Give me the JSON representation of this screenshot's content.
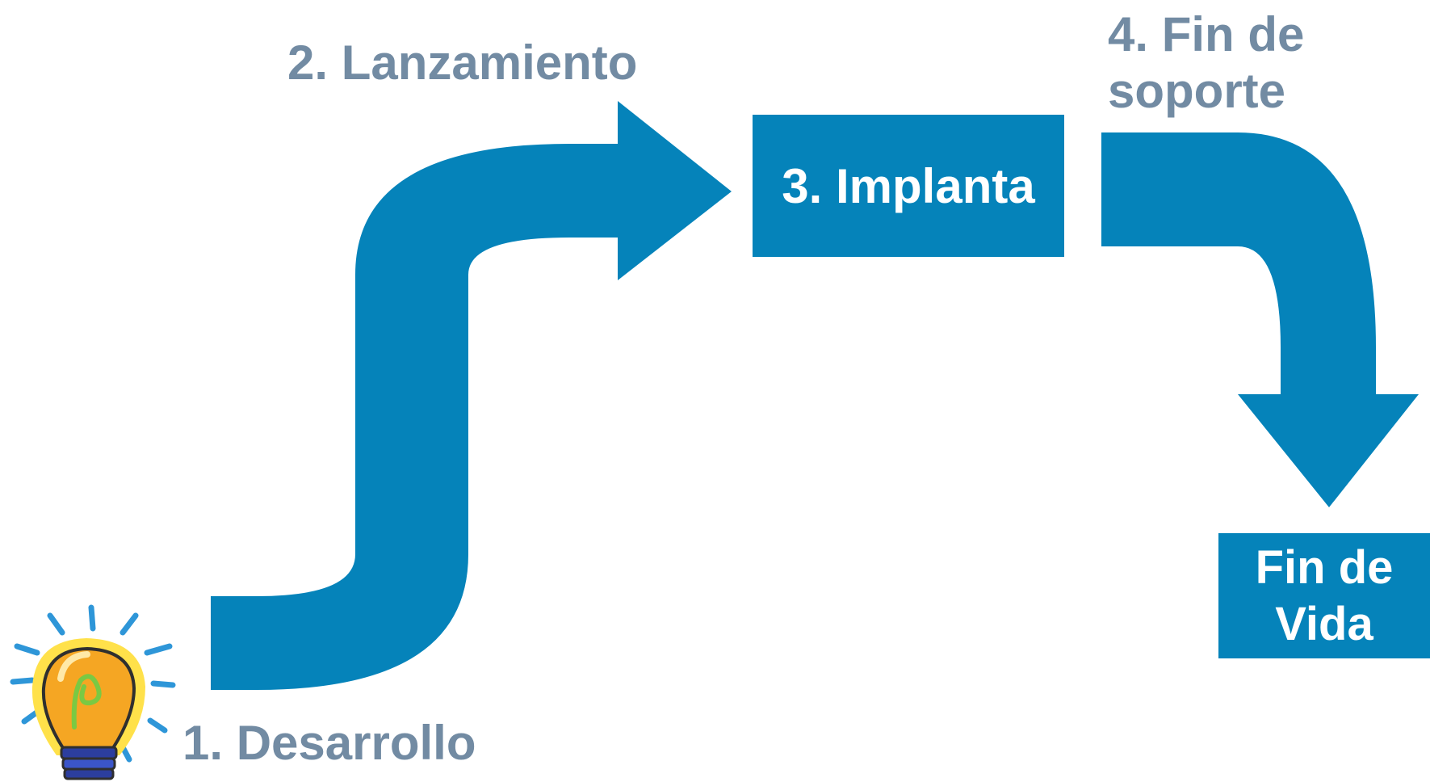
{
  "colors": {
    "flow_blue": "#0583BA",
    "label_gray": "#728BA3",
    "box_text": "#ffffff"
  },
  "stages": {
    "development": "1. Desarrollo",
    "launch": "2. Lanzamiento",
    "deployment": "3. Implanta",
    "end_of_support": "4. Fin de soporte",
    "end_of_life": "Fin de Vida"
  },
  "icons": {
    "start": "lightbulb-icon"
  }
}
